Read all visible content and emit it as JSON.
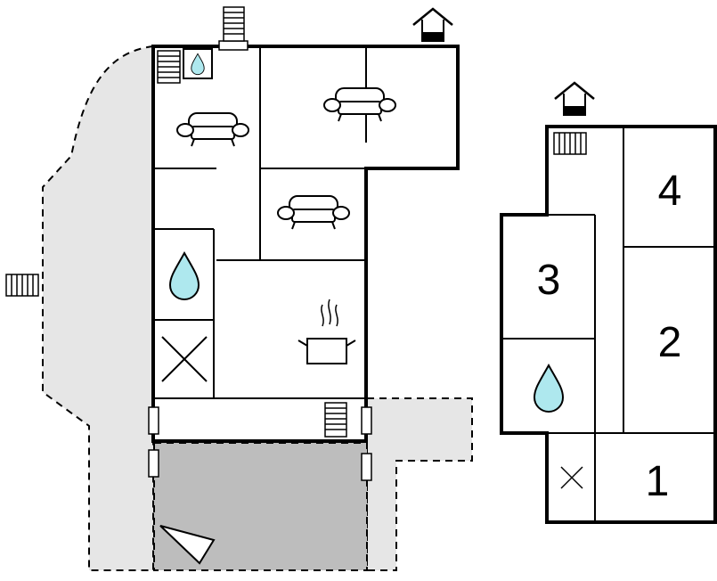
{
  "floor_plan": {
    "ground_floor": {
      "icons": [
        "stairs-icon",
        "water-drop-icon",
        "sofa-icon",
        "cooking-pot-icon",
        "cross-icon",
        "house-entrance-icon",
        "compass-arrow-icon"
      ]
    },
    "upper_floor": {
      "room_numbers": [
        "1",
        "2",
        "3",
        "4"
      ],
      "icons": [
        "stairs-icon",
        "water-drop-icon",
        "cross-icon",
        "house-entrance-icon"
      ]
    },
    "colors": {
      "wall": "#000000",
      "outdoor_area": "#e6e6e6",
      "terrace": "#bdbdbd",
      "water": "#aee8ee"
    }
  }
}
